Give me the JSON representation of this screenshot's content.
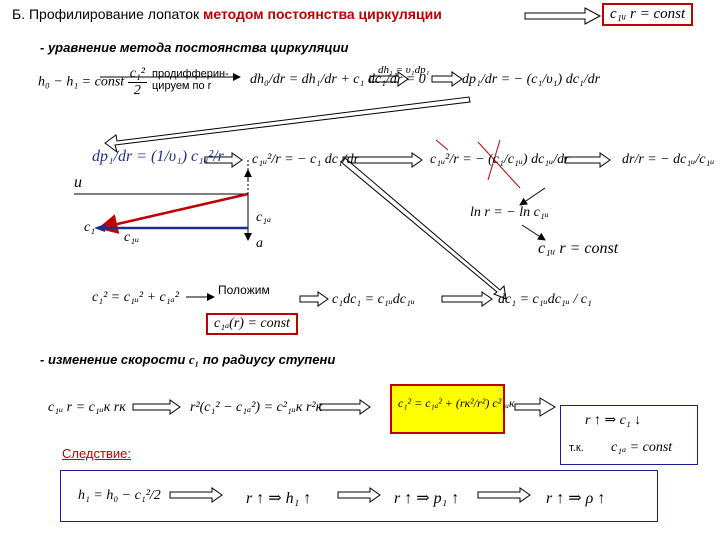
{
  "header": {
    "prefix": "Б. Профилирование лопаток ",
    "highlight": "методом постоянства циркуляции",
    "result_box": "c₁ᵤ r = const"
  },
  "sections": {
    "method_equation": "- уравнение метода постоянства циркуляции",
    "velocity_change_prefix": "- изменение скорости",
    "velocity_change_var": "c₁",
    "velocity_change_suffix": "по радиусу ступени"
  },
  "notes": {
    "differentiate": "продифферин-\nцируем по r",
    "assume": "Положим",
    "consequence": "Следствие:",
    "since": "т.к."
  },
  "equations": {
    "energy_left": "h₀ − h₁ = const",
    "energy_frac_num": "c₁²",
    "energy_frac_den": "2",
    "deriv_lhs": "dh₀/dr = dh₁/dr + c₁ dc₁/dr = 0",
    "dh_note": "dh₁ = υ₁dp₁",
    "dp_rel": "dp₁/dr = − (c₁/υ₁) dc₁/dr",
    "radial_eq_lhs": "dp₁/dr =",
    "radial_eq_rhs": "(1/υ₁) c₁ᵤ²/r",
    "result1": "c₁ᵤ²/r = − c₁ dc₁/dr",
    "result2": "c₁ᵤ²/r = − (c₁/c₁ᵤ) dc₁ᵤ/dr",
    "result3": "dr/r = − dc₁ᵤ/c₁ᵤ",
    "log": "ln r = − ln c₁ᵤ",
    "const": "c₁ᵤ r = const",
    "velocity_sum": "c₁² = c₁ᵤ² + c₁ₐ²",
    "assume_eq": "c₁ₐ(r) = const",
    "diff_rel": "c₁dc₁ = c₁ᵤdc₁ᵤ",
    "dc1": "dc₁ = c₁ᵤdc₁ᵤ / c₁",
    "tip": "c₁ᵤ r = c₁ᵤк rк",
    "expr": "r²(c₁² − c₁ₐ²) = c²₁ᵤк r²к",
    "yellow": "c₁² = c₁ₐ² + (rк²/r²) c²₁ᵤк",
    "r_up": "r ↑ ⇒ c₁ ↓",
    "ca_const": "c₁ₐ = const",
    "h_eq": "h₁ = h₀ − c₁²/2",
    "h_up": "r ↑ ⇒ h₁ ↑",
    "p_up": "r ↑ ⇒ p₁ ↑",
    "rho_up": "r ↑ ⇒ ρ ↑"
  },
  "diagram_labels": {
    "u": "u",
    "c1": "c₁",
    "c1u": "c₁ᵤ",
    "c1a": "c₁ₐ",
    "a": "a"
  },
  "colors": {
    "red": "#c00000",
    "blue": "#1f2f8f",
    "yellow": "#ffff00",
    "arrow_fill": "#ffffff"
  }
}
